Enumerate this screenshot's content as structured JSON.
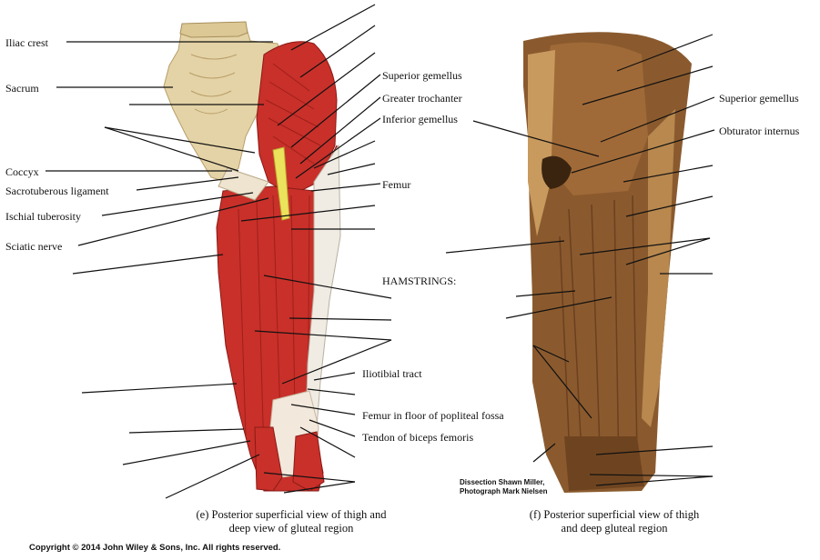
{
  "left_labels": {
    "iliac_crest": "Iliac crest",
    "sacrum": "Sacrum",
    "coccyx": "Coccyx",
    "sacrotuberous_ligament": "Sacrotuberous ligament",
    "ischial_tuberosity": "Ischial tuberosity",
    "sciatic_nerve": "Sciatic nerve"
  },
  "middle_labels": {
    "superior_gemellus": "Superior gemellus",
    "greater_trochanter": "Greater trochanter",
    "inferior_gemellus": "Inferior gemellus",
    "femur": "Femur",
    "hamstrings": "HAMSTRINGS:",
    "iliotibial_tract": "Iliotibial tract",
    "femur_popliteal": "Femur in floor of popliteal fossa",
    "biceps_tendon": "Tendon of biceps femoris"
  },
  "right_labels": {
    "superior_gemellus": "Superior gemellus",
    "obturator_internus": "Obturator internus"
  },
  "captions": {
    "e_line1": "(e) Posterior superficial view of thigh and",
    "e_line2": "deep view of gluteal region",
    "f_line1": "(f) Posterior superficial view of thigh",
    "f_line2": "and deep gluteal region"
  },
  "photo_credit": {
    "line1": "Dissection Shawn Miller,",
    "line2": "Photograph Mark Nielsen"
  },
  "copyright": "Copyright © 2014 John Wiley & Sons, Inc. All rights reserved.",
  "colors": {
    "muscle": "#c9302a",
    "muscle_dark": "#9e1f1a",
    "bone": "#e6d6aa",
    "nerve": "#e8e05a",
    "cadaver": "#8a5a2e",
    "leader": "#111111"
  }
}
